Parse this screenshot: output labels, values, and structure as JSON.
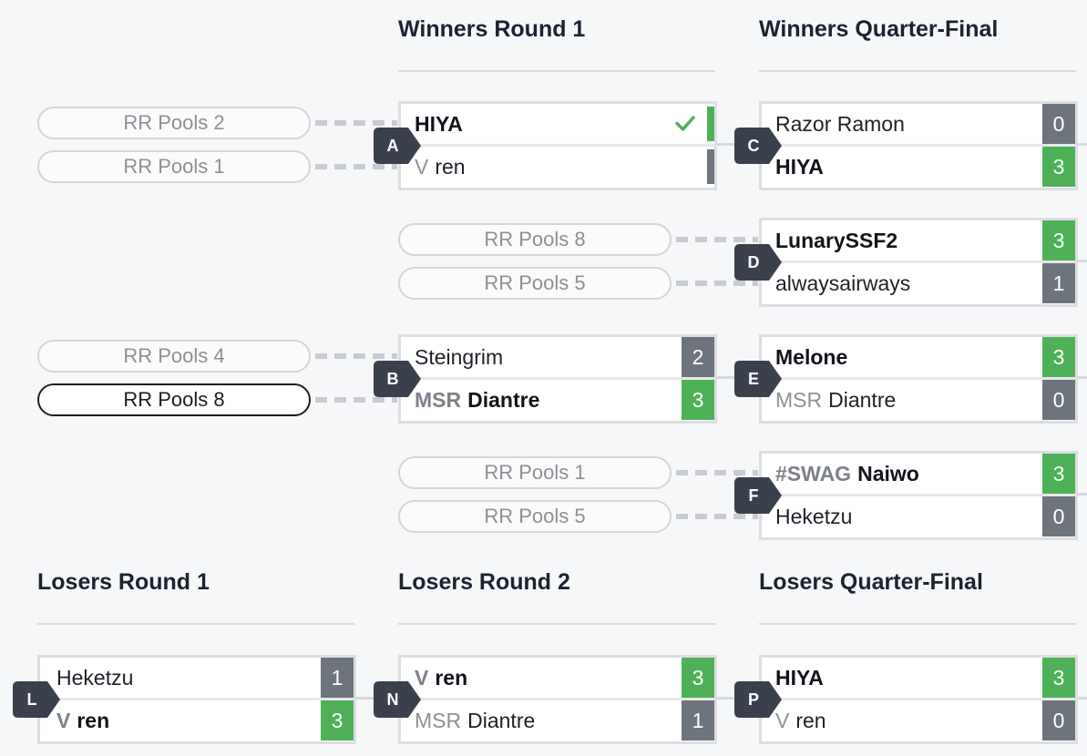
{
  "rounds": {
    "winners_r1": "Winners Round 1",
    "winners_qf": "Winners Quarter-Final",
    "losers_r1": "Losers Round 1",
    "losers_r2": "Losers Round 2",
    "losers_qf": "Losers Quarter-Final"
  },
  "pools": {
    "a_top": "RR Pools 2",
    "a_bot": "RR Pools 1",
    "b_top": "RR Pools 4",
    "b_bot": "RR Pools 8",
    "d_top": "RR Pools 8",
    "d_bot": "RR Pools 5",
    "f_top": "RR Pools 1",
    "f_bot": "RR Pools 5"
  },
  "matches": {
    "A": {
      "id": "A",
      "top": {
        "prefix": "",
        "name": "HIYA",
        "score": ""
      },
      "bot": {
        "prefix": "V",
        "name": "ren",
        "score": ""
      }
    },
    "B": {
      "id": "B",
      "top": {
        "prefix": "",
        "name": "Steingrim",
        "score": "2"
      },
      "bot": {
        "prefix": "MSR",
        "name": "Diantre",
        "score": "3"
      }
    },
    "C": {
      "id": "C",
      "top": {
        "prefix": "",
        "name": "Razor Ramon",
        "score": "0"
      },
      "bot": {
        "prefix": "",
        "name": "HIYA",
        "score": "3"
      }
    },
    "D": {
      "id": "D",
      "top": {
        "prefix": "",
        "name": "LunarySSF2",
        "score": "3"
      },
      "bot": {
        "prefix": "",
        "name": "alwaysairways",
        "score": "1"
      }
    },
    "E": {
      "id": "E",
      "top": {
        "prefix": "",
        "name": "Melone",
        "score": "3"
      },
      "bot": {
        "prefix": "MSR",
        "name": "Diantre",
        "score": "0"
      }
    },
    "F": {
      "id": "F",
      "top": {
        "prefix": "#SWAG",
        "name": "Naiwo",
        "score": "3"
      },
      "bot": {
        "prefix": "",
        "name": "Heketzu",
        "score": "0"
      }
    },
    "L": {
      "id": "L",
      "top": {
        "prefix": "",
        "name": "Heketzu",
        "score": "1"
      },
      "bot": {
        "prefix": "V",
        "name": "ren",
        "score": "3"
      }
    },
    "N": {
      "id": "N",
      "top": {
        "prefix": "V",
        "name": "ren",
        "score": "3"
      },
      "bot": {
        "prefix": "MSR",
        "name": "Diantre",
        "score": "1"
      }
    },
    "P": {
      "id": "P",
      "top": {
        "prefix": "",
        "name": "HIYA",
        "score": "3"
      },
      "bot": {
        "prefix": "V",
        "name": "ren",
        "score": "0"
      }
    }
  },
  "colors": {
    "win": "#4fb157",
    "loss": "#6e747c",
    "badge": "#3a414c"
  },
  "icons": {
    "check": "check-icon"
  }
}
